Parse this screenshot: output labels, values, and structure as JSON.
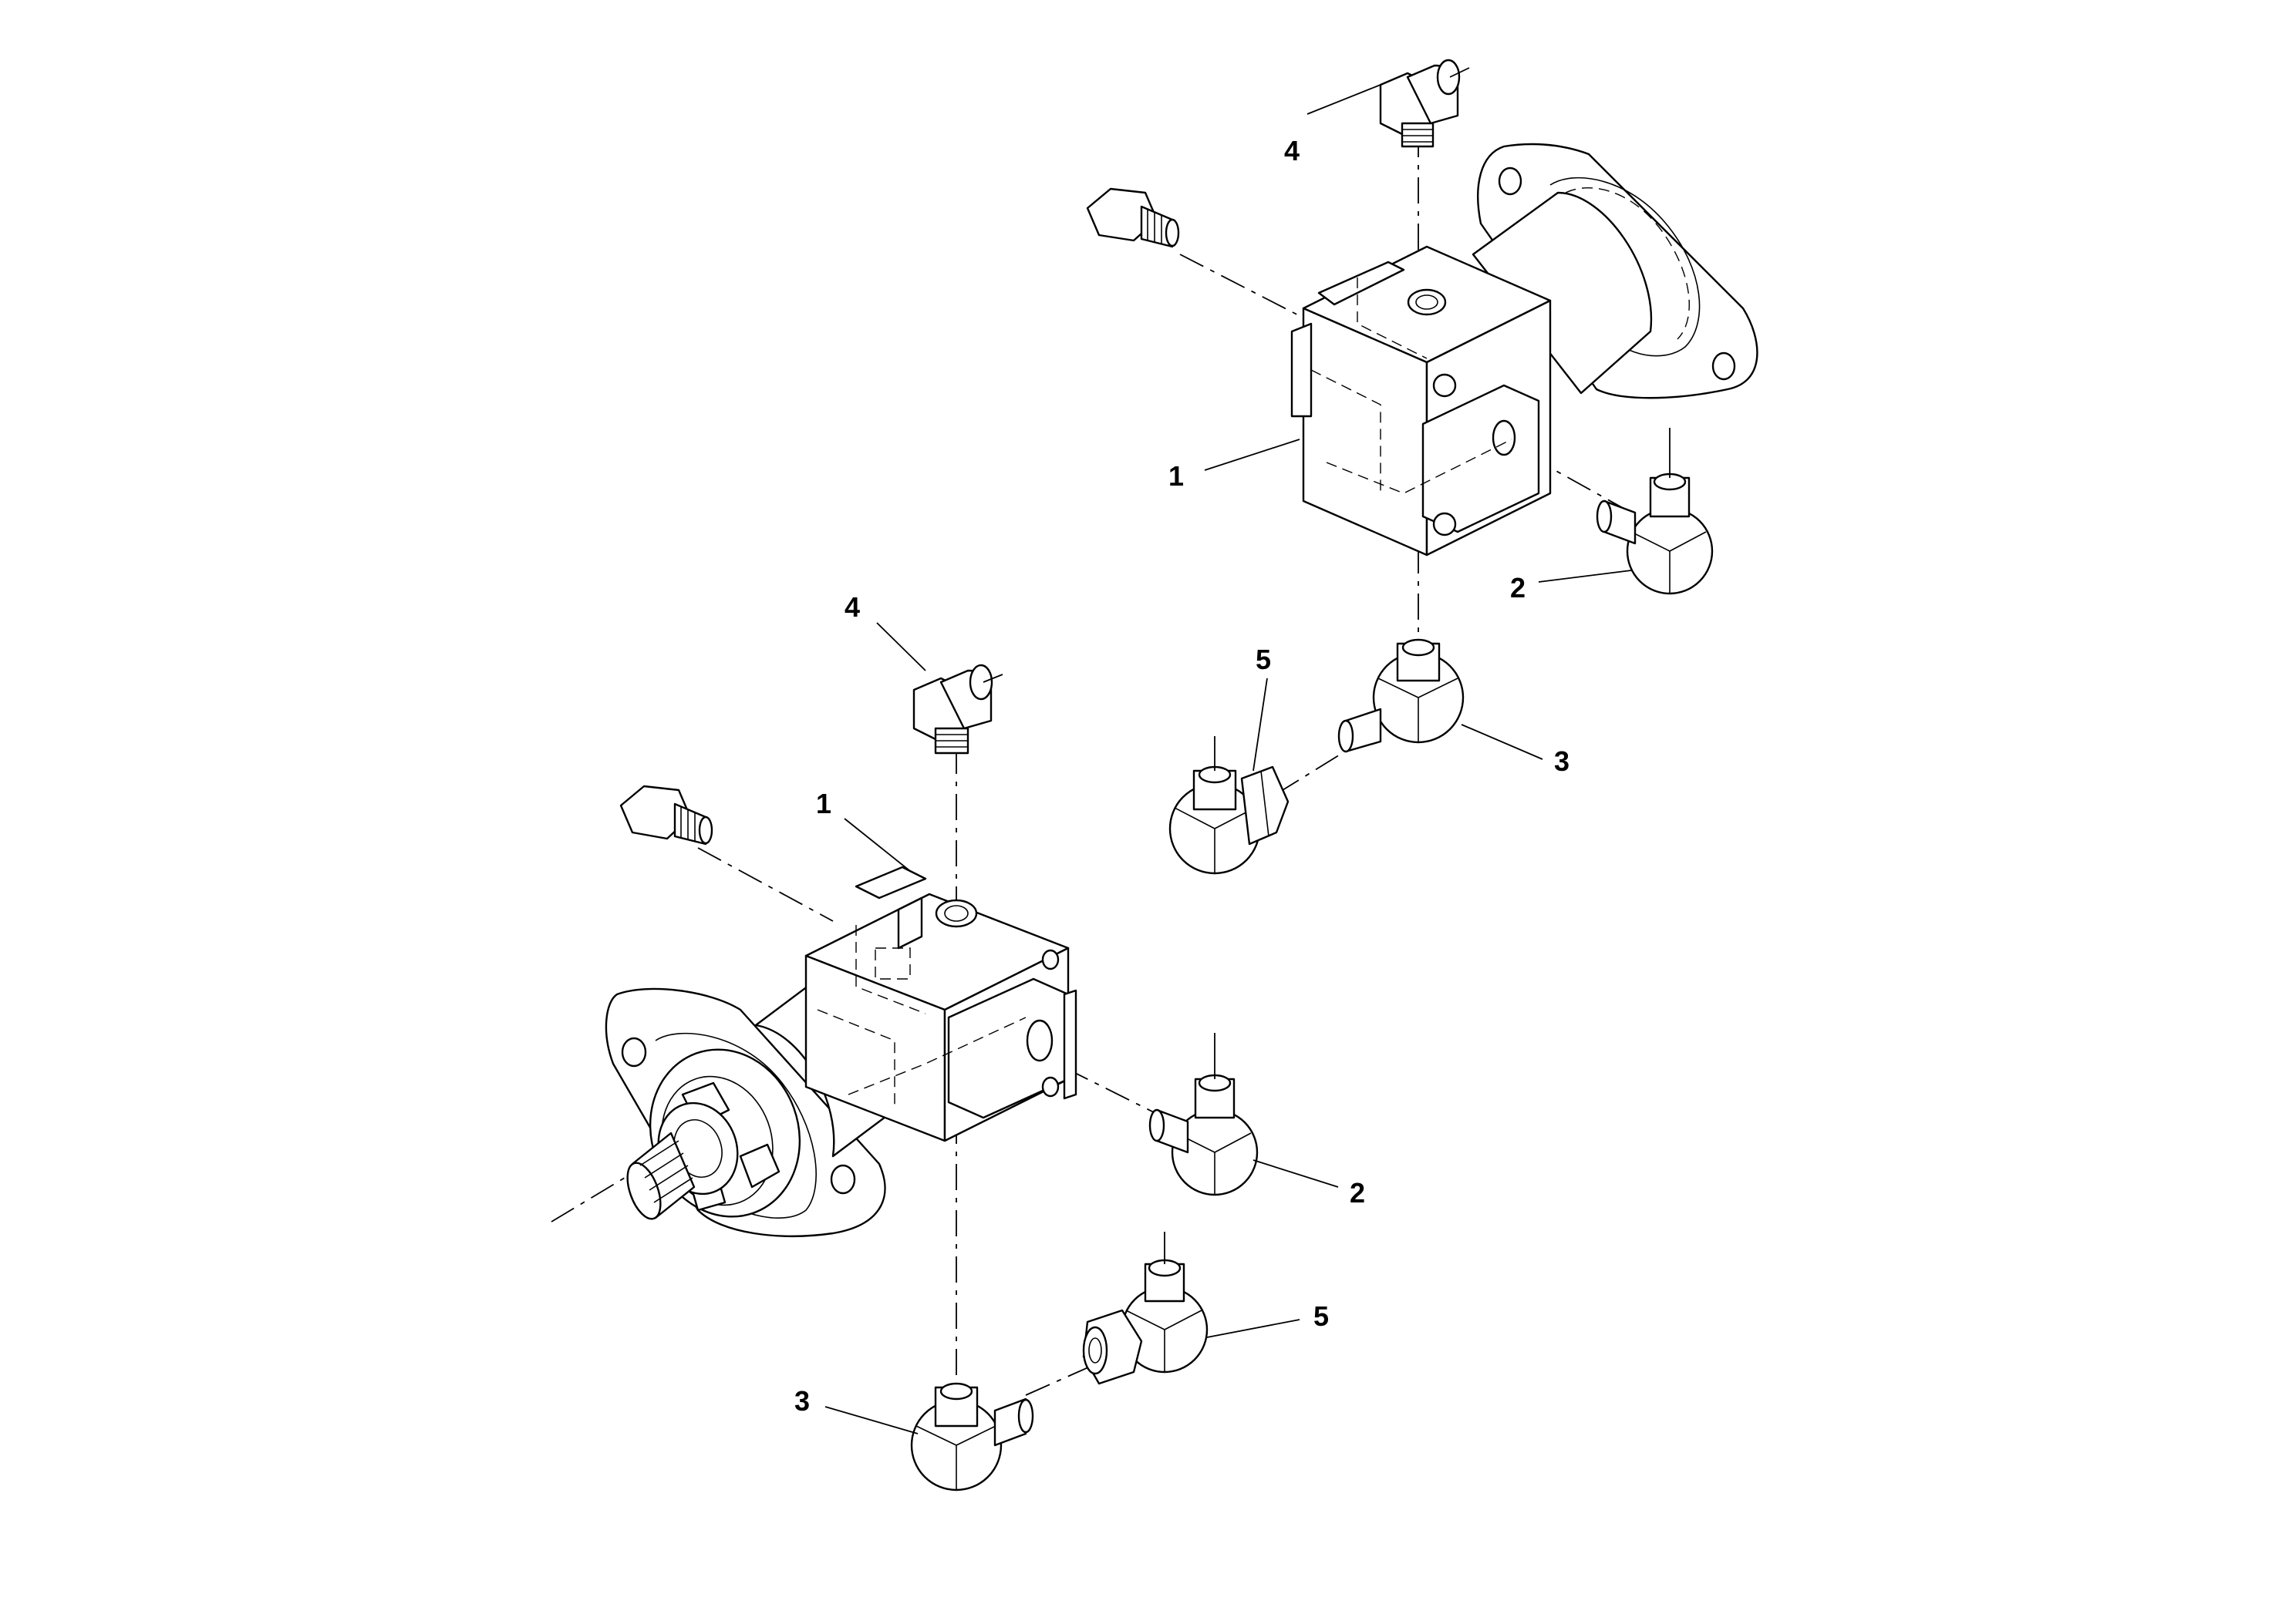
{
  "callouts": {
    "upper_motor": "1",
    "upper_elbow": "2",
    "upper_tee": "3",
    "upper_top_fitting": "4",
    "upper_adapter": "5",
    "lower_motor": "1",
    "lower_elbow": "2",
    "lower_tee": "3",
    "lower_top_fitting": "4",
    "lower_adapter": "5"
  }
}
